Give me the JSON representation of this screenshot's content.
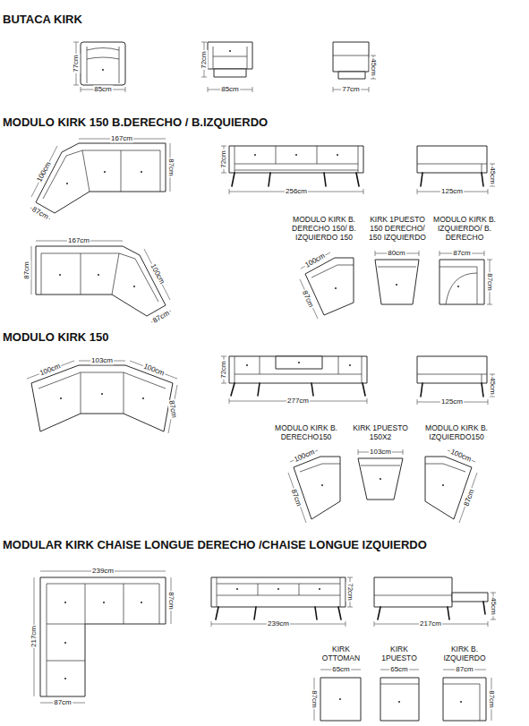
{
  "diagram": {
    "labels": [
      "BUTACA KIRK",
      "77cm",
      "85cm",
      "72cm",
      "85cm",
      "77cm",
      "45cm",
      "MODULO KIRK 150 B.DERECHO / B.IZQUIERDO",
      "167cm",
      "100cm",
      "87cm",
      "87cm",
      "167cm",
      "87cm",
      "100cm",
      "87cm",
      "72cm",
      "256cm",
      "125cm",
      "45cm",
      "MODULO KIRK B. DERECHO 150/ B. IZQUIERDO 150",
      "KIRK 1PUESTO 150 DERECHO/ 150 IZQUIERDO",
      "MODULO KIRK B. IZQUIERDO/ B. DERECHO",
      "100cm",
      "87cm",
      "80cm",
      "87cm",
      "87cm",
      "MODULO KIRK 150",
      "100cm",
      "103cm",
      "100cm",
      "87cm",
      "72cm",
      "277cm",
      "125cm",
      "45cm",
      "MODULO KIRK B. DERECHO150",
      "KIRK 1PUESTO 150X2",
      "MODULO KIRK B. IZQUIERDO150",
      "100cm",
      "87cm",
      "103cm",
      "100cm",
      "87cm",
      "MODULAR KIRK CHAISE LONGUE DERECHO /CHAISE LONGUE IZQUIERDO",
      "239cm",
      "87cm",
      "217cm",
      "87cm",
      "239cm",
      "72cm",
      "217cm",
      "45cm",
      "KIRK OTTOMAN",
      "KIRK 1PUESTO",
      "KIRK B. IZQUIERDO",
      "65cm",
      "65cm",
      "87cm",
      "87cm",
      "87cm"
    ]
  }
}
